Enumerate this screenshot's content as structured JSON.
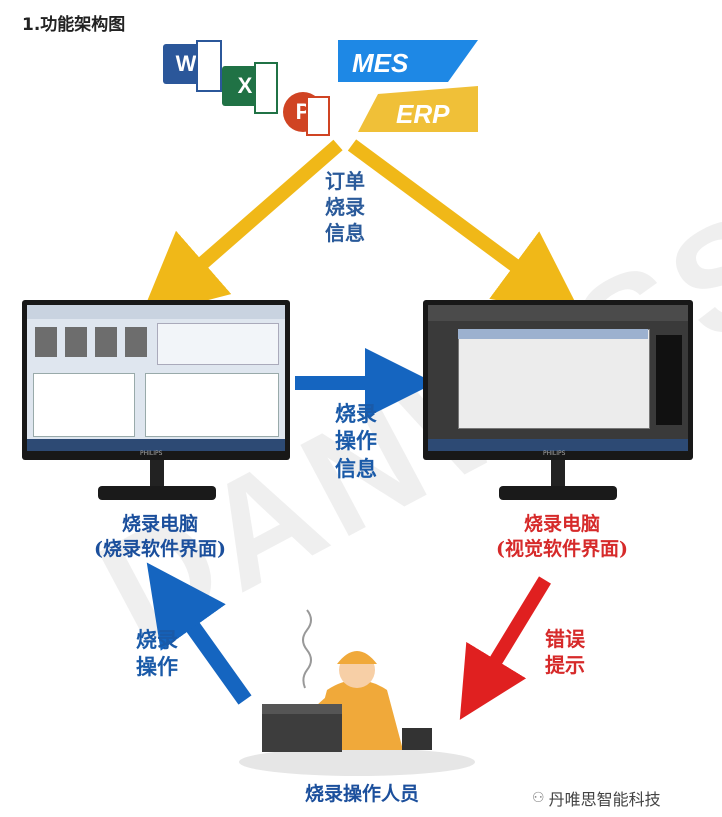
{
  "title": "1.功能架构图",
  "icons": {
    "word_letter": "W",
    "excel_letter": "X",
    "ppt_letter": "P",
    "mes_text": "MES",
    "erp_text": "ERP"
  },
  "labels": {
    "order_info": [
      "订单",
      "烧录",
      "信息"
    ],
    "operation_info": [
      "烧录",
      "操作",
      "信息"
    ],
    "error_prompt": [
      "错误",
      "提示"
    ],
    "burn_operation": [
      "烧录",
      "操作"
    ]
  },
  "pc_left": {
    "caption_line1": "烧录电脑",
    "caption_line2": "(烧录软件界面)",
    "brand": "PHILIPS"
  },
  "pc_right": {
    "caption_line1": "烧录电脑",
    "caption_line2": "(视觉软件界面)",
    "brand": "PHILIPS"
  },
  "operator_caption": "烧录操作人员",
  "watermark": "DANWISS",
  "brand_footer": "丹唯思智能科技",
  "colors": {
    "yellow_arrow": "#f0b818",
    "blue_arrow": "#1565c0",
    "red_arrow": "#e02020",
    "caption_blue": "#1b4f9c",
    "caption_red": "#d62a2a"
  }
}
